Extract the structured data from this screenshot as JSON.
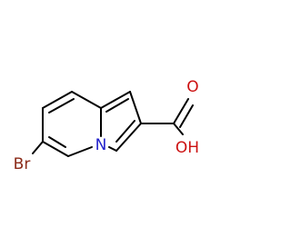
{
  "molecule": {
    "atoms": {
      "bromine": {
        "label": "Br",
        "color": "#8B2A18"
      },
      "nitrogen": {
        "label": "N",
        "color": "#2222CC"
      },
      "hydroxyl": {
        "label": "OH",
        "color": "#CC1111"
      },
      "carbonyl_oxygen": {
        "label": "O",
        "color": "#CC1111"
      }
    }
  }
}
